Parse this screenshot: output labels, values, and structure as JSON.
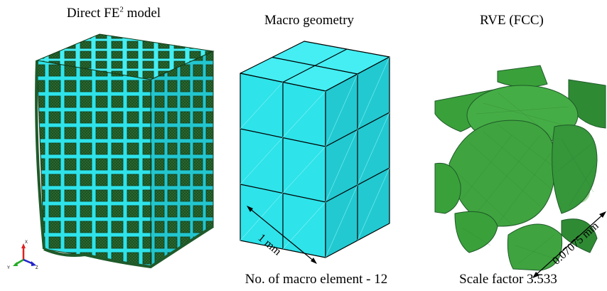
{
  "panels": {
    "direct": {
      "title_prefix": "Direct FE",
      "title_sup": "2",
      "title_suffix": " model",
      "axes": {
        "x": "X",
        "y": "Y",
        "z": "Z"
      }
    },
    "macro": {
      "title": "Macro geometry",
      "dimension": "1 mm",
      "caption": "No. of macro element - 12"
    },
    "rve": {
      "title": "RVE (FCC)",
      "dimension": "0.07075 mm",
      "caption": "Scale factor 3.533"
    }
  },
  "colors": {
    "cyan": "#2ee3ea",
    "cyan_dark": "#1fb8c0",
    "green": "#3aa13a",
    "green_dark": "#1f5a2a",
    "green_mid": "#2f8a34"
  }
}
